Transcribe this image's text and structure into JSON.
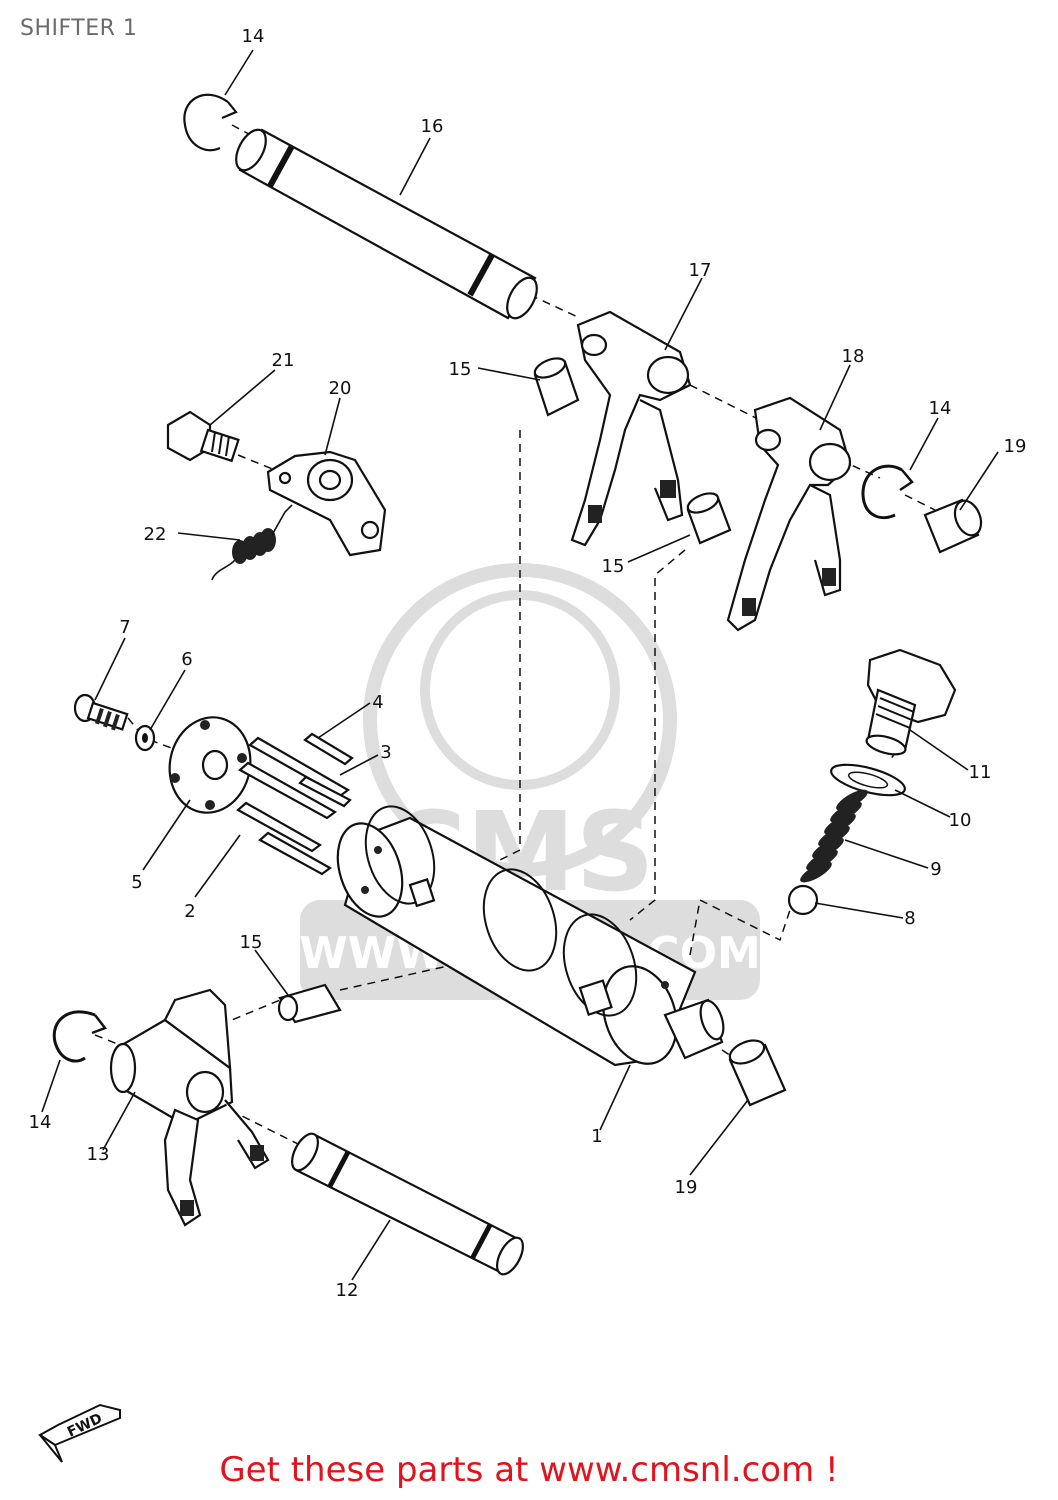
{
  "page_title": "SHIFTER 1",
  "footer": {
    "text": "Get these parts at www.cmsnl.com !"
  },
  "watermark": {
    "text": "CMS",
    "url": "WWW.CMSNL.COM"
  },
  "fwd_mark": "FWD",
  "callouts": [
    {
      "id": "c14a",
      "label": "14"
    },
    {
      "id": "c16",
      "label": "16"
    },
    {
      "id": "c17",
      "label": "17"
    },
    {
      "id": "c15a",
      "label": "15"
    },
    {
      "id": "c21",
      "label": "21"
    },
    {
      "id": "c20",
      "label": "20"
    },
    {
      "id": "c18",
      "label": "18"
    },
    {
      "id": "c14b",
      "label": "14"
    },
    {
      "id": "c19a",
      "label": "19"
    },
    {
      "id": "c22",
      "label": "22"
    },
    {
      "id": "c15b",
      "label": "15"
    },
    {
      "id": "c7",
      "label": "7"
    },
    {
      "id": "c6",
      "label": "6"
    },
    {
      "id": "c4",
      "label": "4"
    },
    {
      "id": "c3",
      "label": "3"
    },
    {
      "id": "c11",
      "label": "11"
    },
    {
      "id": "c10",
      "label": "10"
    },
    {
      "id": "c9",
      "label": "9"
    },
    {
      "id": "c8",
      "label": "8"
    },
    {
      "id": "c5",
      "label": "5"
    },
    {
      "id": "c2",
      "label": "2"
    },
    {
      "id": "c15c",
      "label": "15"
    },
    {
      "id": "c14c",
      "label": "14"
    },
    {
      "id": "c13",
      "label": "13"
    },
    {
      "id": "c1",
      "label": "1"
    },
    {
      "id": "c19b",
      "label": "19"
    },
    {
      "id": "c12",
      "label": "12"
    }
  ]
}
